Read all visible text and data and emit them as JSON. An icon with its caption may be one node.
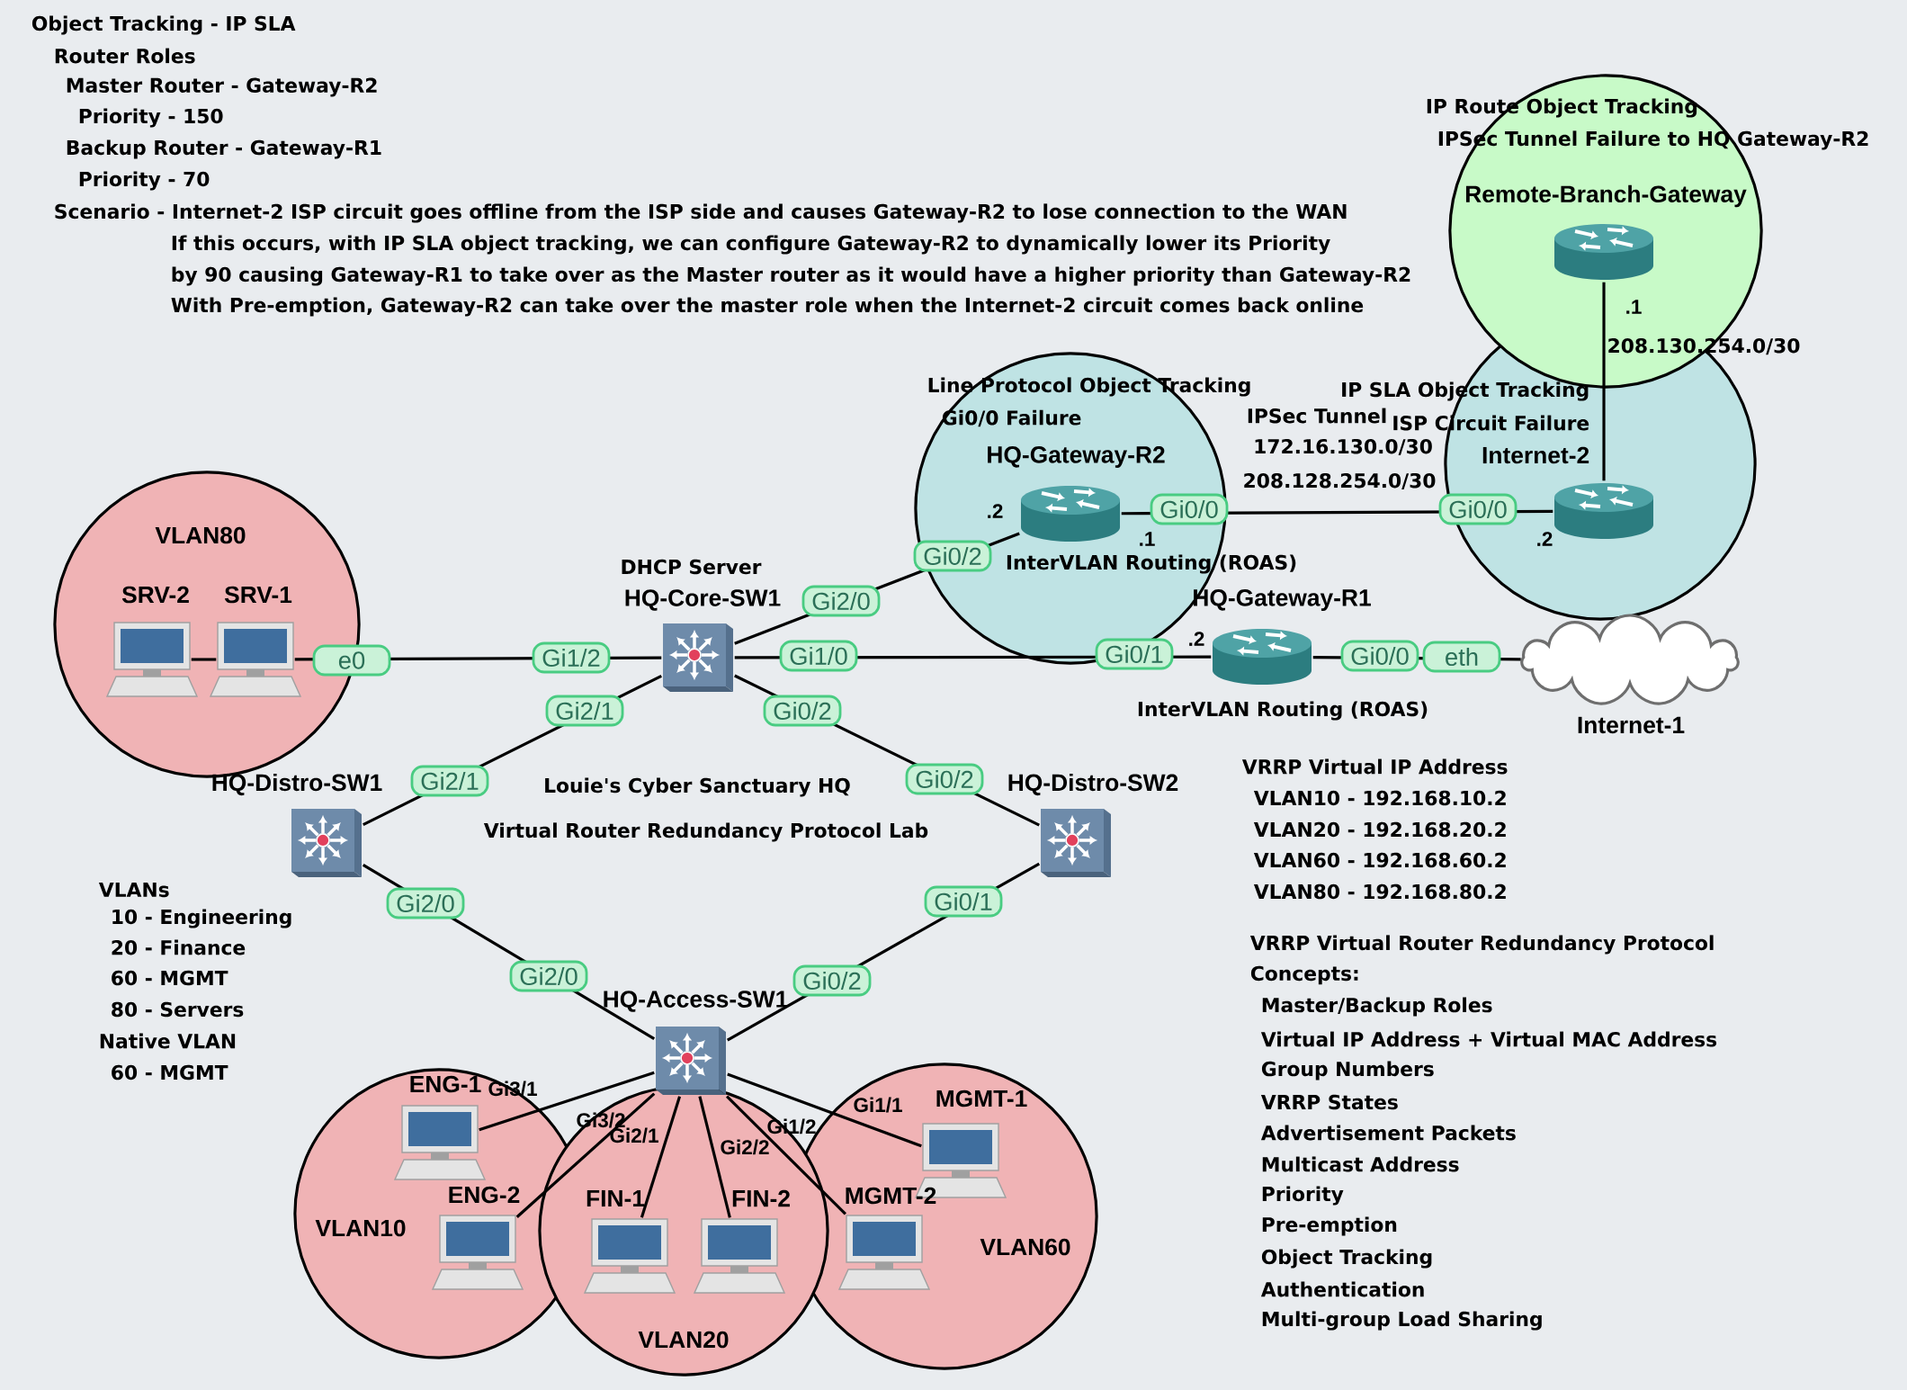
{
  "diagram": {
    "title": "Object Tracking - IP SLA",
    "nodes": [
      {
        "text": [
          "VLAN80"
        ]
      },
      {
        "text": [
          "SRV-2"
        ],
        "in": 0
      },
      {
        "text": [
          "SRV-1"
        ],
        "in": 0
      },
      {
        "text": [
          "DHCP Server",
          "HQ-Core-SW1"
        ]
      },
      {
        "text": [
          "Line Protocol Object Tracking",
          "Gi0/0 Failure"
        ]
      },
      {
        "text": [
          "HQ-Gateway-R2"
        ],
        "beside": [
          "InterVLAN Routing (ROAS)"
        ],
        "in": 4
      },
      {
        "text": [
          "IP Route Object Tracking",
          "IPSec Tunnel Failure to HQ Gateway-R2"
        ]
      },
      {
        "text": [
          "Remote-Branch-Gateway"
        ],
        "in": 6
      },
      {
        "text": [
          "IP SLA Object Tracking",
          "ISP Circuit Failure"
        ]
      },
      {
        "text": [
          "Internet-2"
        ],
        "in": 8
      },
      {
        "text": [
          "HQ-Gateway-R1"
        ],
        "beside": [
          "InterVLAN Routing (ROAS)"
        ]
      },
      {
        "text": [
          "Internet-1"
        ]
      },
      {
        "text": [
          "HQ-Distro-SW1"
        ]
      },
      {
        "text": [
          "HQ-Distro-SW2"
        ]
      },
      {
        "text": [
          "HQ-Access-SW1"
        ]
      },
      {
        "text": [
          "VLAN10"
        ]
      },
      {
        "text": [
          "ENG-1"
        ],
        "in": 15
      },
      {
        "text": [
          "ENG-2"
        ],
        "in": 15
      },
      {
        "text": [
          "VLAN20"
        ]
      },
      {
        "text": [
          "FIN-1"
        ],
        "in": 18
      },
      {
        "text": [
          "FIN-2"
        ],
        "in": 18
      },
      {
        "text": [
          "VLAN60"
        ]
      },
      {
        "text": [
          "MGMT-1"
        ],
        "in": 21
      },
      {
        "text": [
          "MGMT-2"
        ],
        "in": 21
      }
    ],
    "edges": [
      {
        "from": 1,
        "to": 2,
        "arrow": "none"
      },
      {
        "from": 2,
        "to": 3,
        "arrow": "none"
      },
      {
        "from": 3,
        "to": 5,
        "arrow": "none"
      },
      {
        "from": 3,
        "to": 10,
        "arrow": "none"
      },
      {
        "from": 3,
        "to": 12,
        "arrow": "none"
      },
      {
        "from": 3,
        "to": 13,
        "arrow": "none"
      },
      {
        "from": 5,
        "to": 9,
        "arrow": "none"
      },
      {
        "from": 7,
        "to": 9,
        "arrow": "none"
      },
      {
        "from": 10,
        "to": 11,
        "arrow": "none"
      },
      {
        "from": 12,
        "to": 14,
        "arrow": "none"
      },
      {
        "from": 13,
        "to": 14,
        "arrow": "none"
      },
      {
        "from": 14,
        "to": 16,
        "arrow": "none"
      },
      {
        "from": 14,
        "to": 17,
        "arrow": "none"
      },
      {
        "from": 14,
        "to": 19,
        "arrow": "none"
      },
      {
        "from": 14,
        "to": 20,
        "arrow": "none"
      },
      {
        "from": 14,
        "to": 23,
        "arrow": "none"
      },
      {
        "from": 14,
        "to": 22,
        "arrow": "none"
      }
    ],
    "labels": [
      "Router Roles",
      "Master Router - Gateway-R2",
      "Priority - 150",
      "Backup Router - Gateway-R1",
      "Priority - 70",
      "Scenario - Internet-2 ISP circuit goes offline from the ISP side and causes Gateway-R2 to lose connection to the WAN",
      "If this occurs, with IP SLA object tracking, we can configure Gateway-R2 to dynamically lower its Priority",
      "by 90 causing Gateway-R1 to take over as the Master router as it would have a higher priority than Gateway-R2",
      "With Pre-emption, Gateway-R2 can take over the master role when the Internet-2 circuit comes back online",
      ".1",
      "208.130.254.0/30",
      "IPSec Tunnel",
      "172.16.130.0/30",
      "208.128.254.0/30",
      ".2",
      "Gi0/0",
      "Gi0/0",
      ".1",
      ".2",
      "Gi0/2",
      "Gi2/0",
      ".2",
      "e0",
      "Gi1/2",
      "Gi1/0",
      "Gi0/1",
      "Gi0/0",
      "eth",
      "Gi2/1",
      "Gi0/2",
      "VRRP Virtual IP Address",
      "Gi2/1",
      "Louie's Cyber Sanctuary HQ",
      "Gi0/2",
      "VLAN10 - 192.168.10.2",
      "Virtual Router Redundancy Protocol Lab",
      "VLAN20 - 192.168.20.2",
      "VLAN60 - 192.168.60.2",
      "VLANs",
      "VLAN80 - 192.168.80.2",
      "Gi2/0",
      "Gi0/1",
      "10 - Engineering",
      "20 - Finance",
      "VRRP Virtual Router Redundancy Protocol",
      "60 - MGMT",
      "Gi2/0",
      "Gi0/2",
      "Concepts:",
      "80 - Servers",
      "Master/Backup Roles",
      "Native VLAN",
      "Virtual IP Address + Virtual MAC Address",
      "60 - MGMT",
      "Group Numbers",
      "Gi3/1",
      "Gi3/2",
      "Gi1/2",
      "Gi1/1",
      "VRRP States",
      "Gi2/1",
      "Gi2/2",
      "Advertisement Packets",
      "Multicast Address",
      "Priority",
      "Pre-emption",
      "Object Tracking",
      "Authentication",
      "Multi-group Load Sharing"
    ]
  }
}
